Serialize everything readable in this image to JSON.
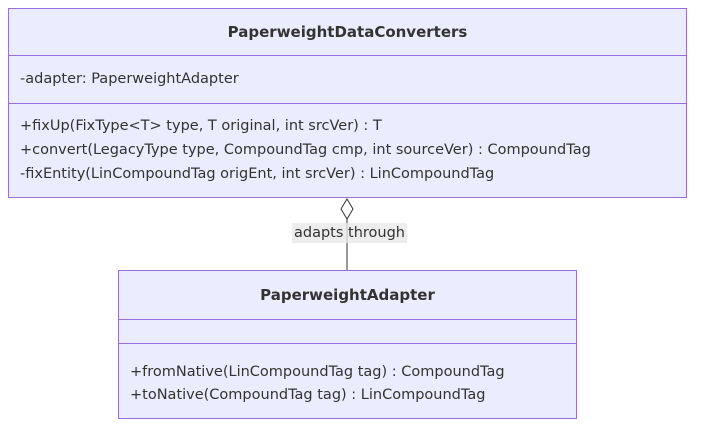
{
  "diagram": {
    "classes": [
      {
        "name": "PaperweightDataConverters",
        "attributes": [
          "-adapter: PaperweightAdapter"
        ],
        "methods": [
          "+fixUp(FixType<T> type, T original, int srcVer) : T",
          "+convert(LegacyType type, CompoundTag cmp, int sourceVer) : CompoundTag",
          "-fixEntity(LinCompoundTag origEnt, int srcVer) : LinCompoundTag"
        ]
      },
      {
        "name": "PaperweightAdapter",
        "attributes": [],
        "methods": [
          "+fromNative(LinCompoundTag tag) : CompoundTag",
          "+toNative(CompoundTag tag) : LinCompoundTag"
        ]
      }
    ],
    "relation": {
      "type": "aggregation",
      "from": "PaperweightDataConverters",
      "to": "PaperweightAdapter",
      "label": "adapts through"
    },
    "colors": {
      "box_fill": "#ececff",
      "box_border": "#9370db",
      "edge": "#333333",
      "label_bg": "#e8e8e8"
    }
  }
}
